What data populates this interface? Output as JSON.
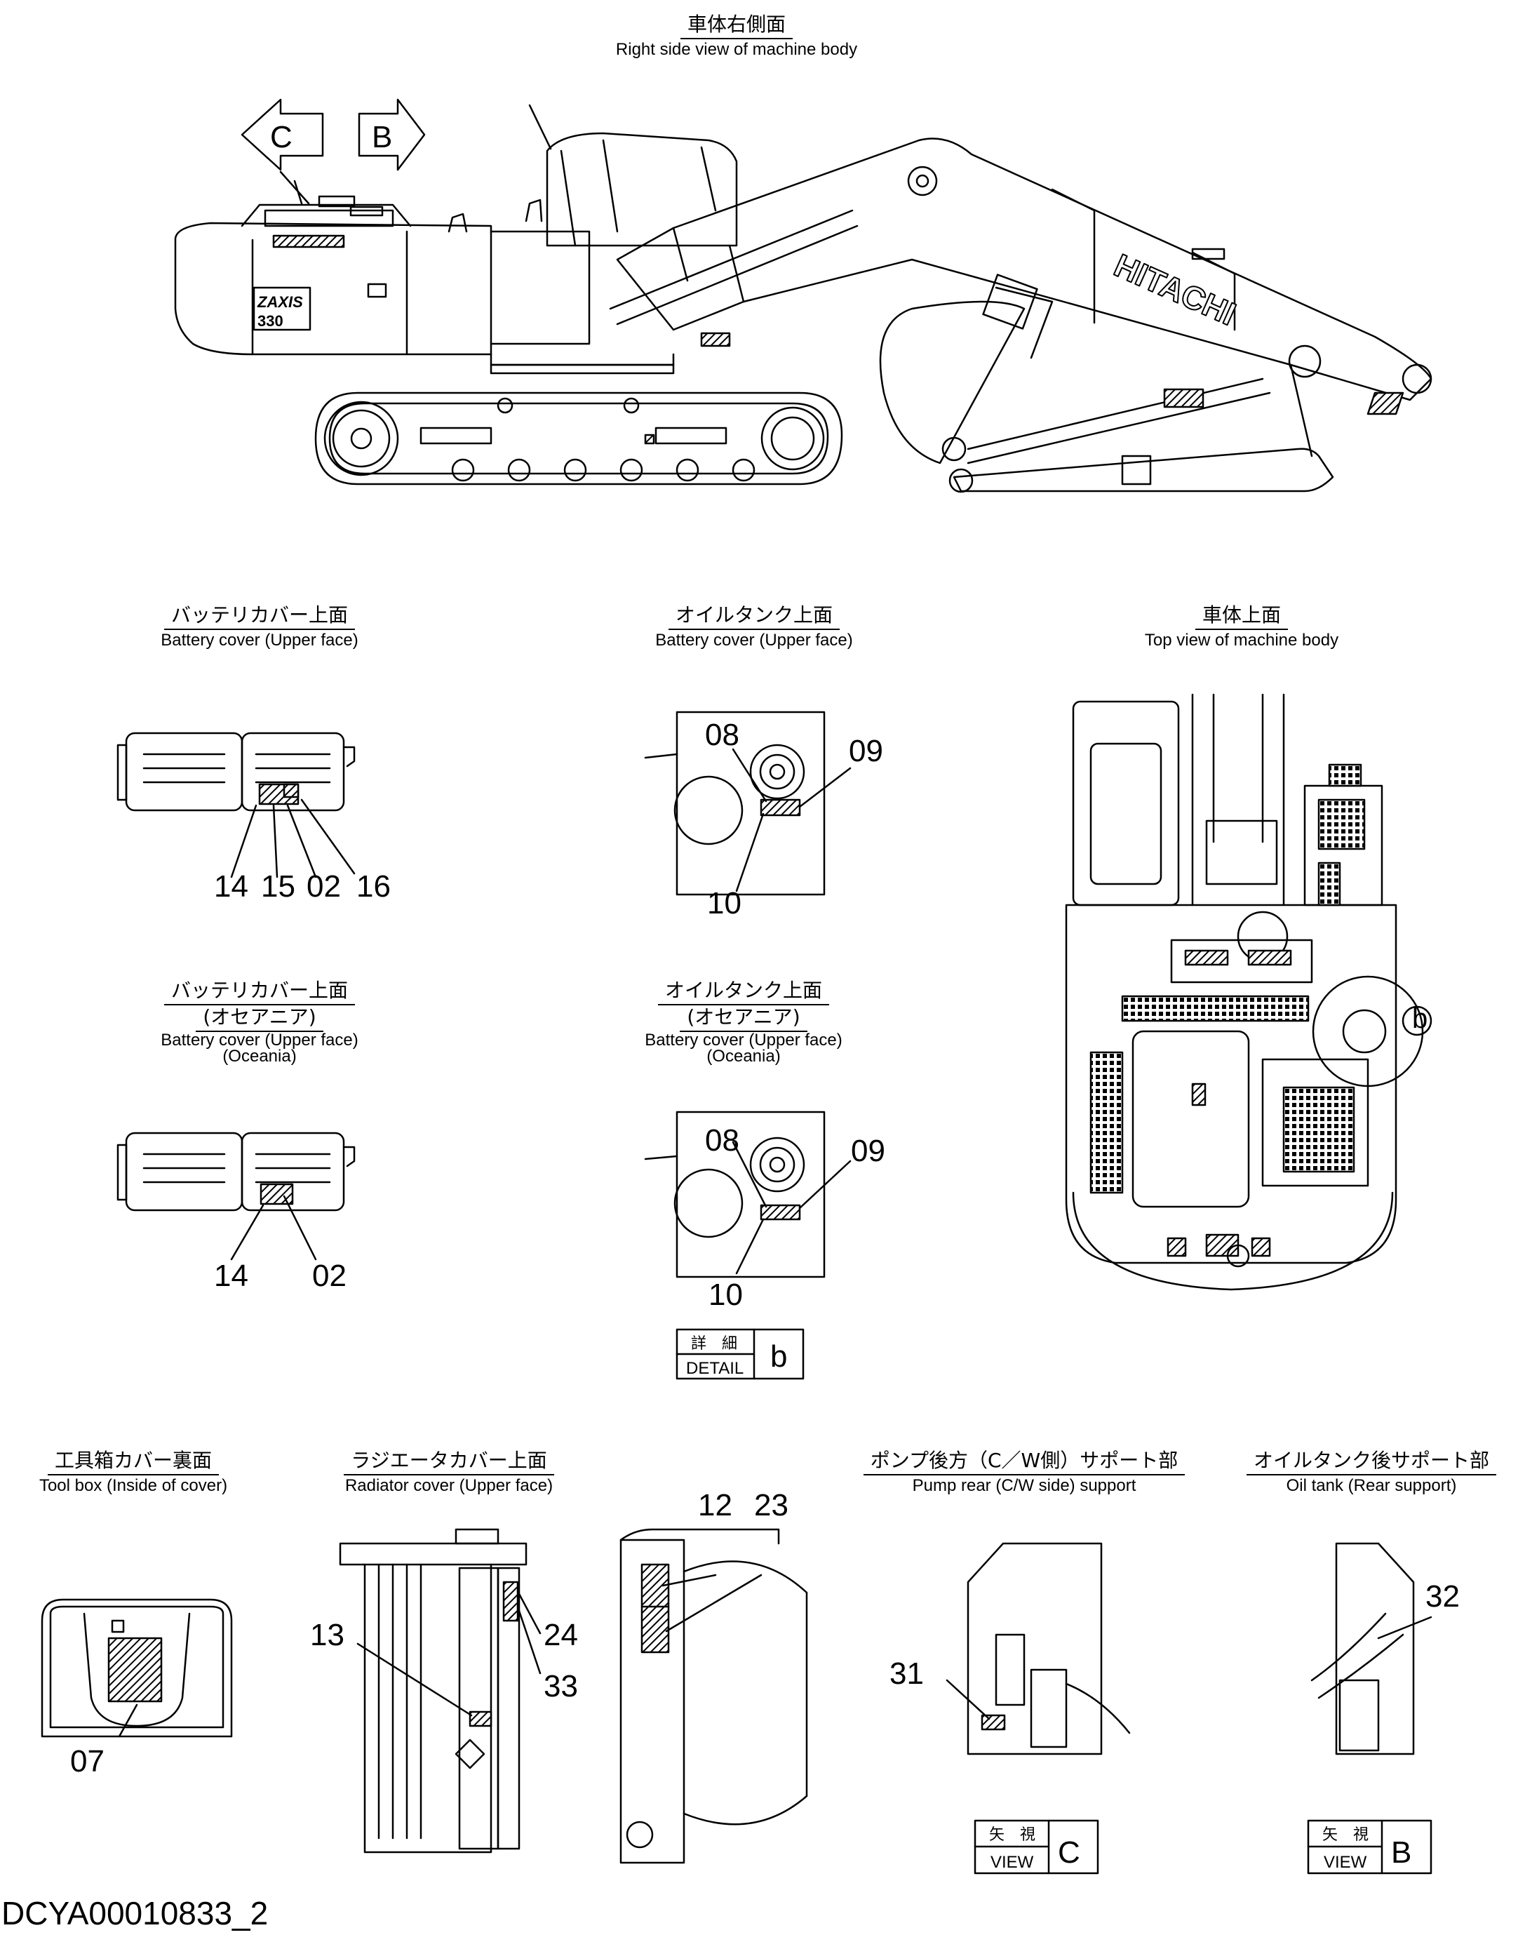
{
  "titles": {
    "right_side": {
      "jp": "車体右側面",
      "en": "Right side view of machine body"
    },
    "battery_cover": {
      "jp": "バッテリカバー上面",
      "en": "Battery cover (Upper face)"
    },
    "oil_tank": {
      "jp": "オイルタンク上面",
      "en": "Battery cover (Upper face)"
    },
    "top_view": {
      "jp": "車体上面",
      "en": "Top view of machine body"
    },
    "battery_cover_oceania": {
      "jp": "バッテリカバー上面",
      "jp2": "(オセアニア)",
      "en": "Battery cover (Upper face)",
      "en2": "(Oceania)"
    },
    "oil_tank_oceania": {
      "jp": "オイルタンク上面",
      "jp2": "(オセアニア)",
      "en": "Battery cover (Upper face)",
      "en2": "(Oceania)"
    },
    "tool_box": {
      "jp": "工具箱カバー裏面",
      "en": "Tool box (Inside of cover)"
    },
    "radiator_cover": {
      "jp": "ラジエータカバー上面",
      "en": "Radiator cover (Upper face)"
    },
    "pump_rear": {
      "jp": "ポンプ後方（C／W側）サポート部",
      "en": "Pump rear (C/W side) support"
    },
    "oil_tank_rear": {
      "jp": "オイルタンク後サポート部",
      "en": "Oil tank (Rear support)"
    }
  },
  "arrows": {
    "c": "C",
    "b": "B"
  },
  "brand": {
    "maker": "HITACHI",
    "model": "ZAXIS",
    "model_number": "330"
  },
  "labels": {
    "battery": [
      "14",
      "15",
      "02",
      "16"
    ],
    "oil_tank": [
      "08",
      "09",
      "10"
    ],
    "battery_oceania": [
      "14",
      "02"
    ],
    "oil_tank_oceania": [
      "08",
      "09",
      "10"
    ],
    "top_view_detail": "b",
    "tool_box": "07",
    "radiator_left": [
      "13",
      "24",
      "33"
    ],
    "radiator_right": [
      "12",
      "23"
    ],
    "pump_rear": "31",
    "oil_tank_rear": "32"
  },
  "detail_box": {
    "jp": "詳　細",
    "en": "DETAIL",
    "letter": "b"
  },
  "view_c": {
    "jp": "矢　視",
    "en": "VIEW",
    "letter": "C"
  },
  "view_b": {
    "jp": "矢　視",
    "en": "VIEW",
    "letter": "B"
  },
  "drawing_code": "DCYA00010833_2"
}
